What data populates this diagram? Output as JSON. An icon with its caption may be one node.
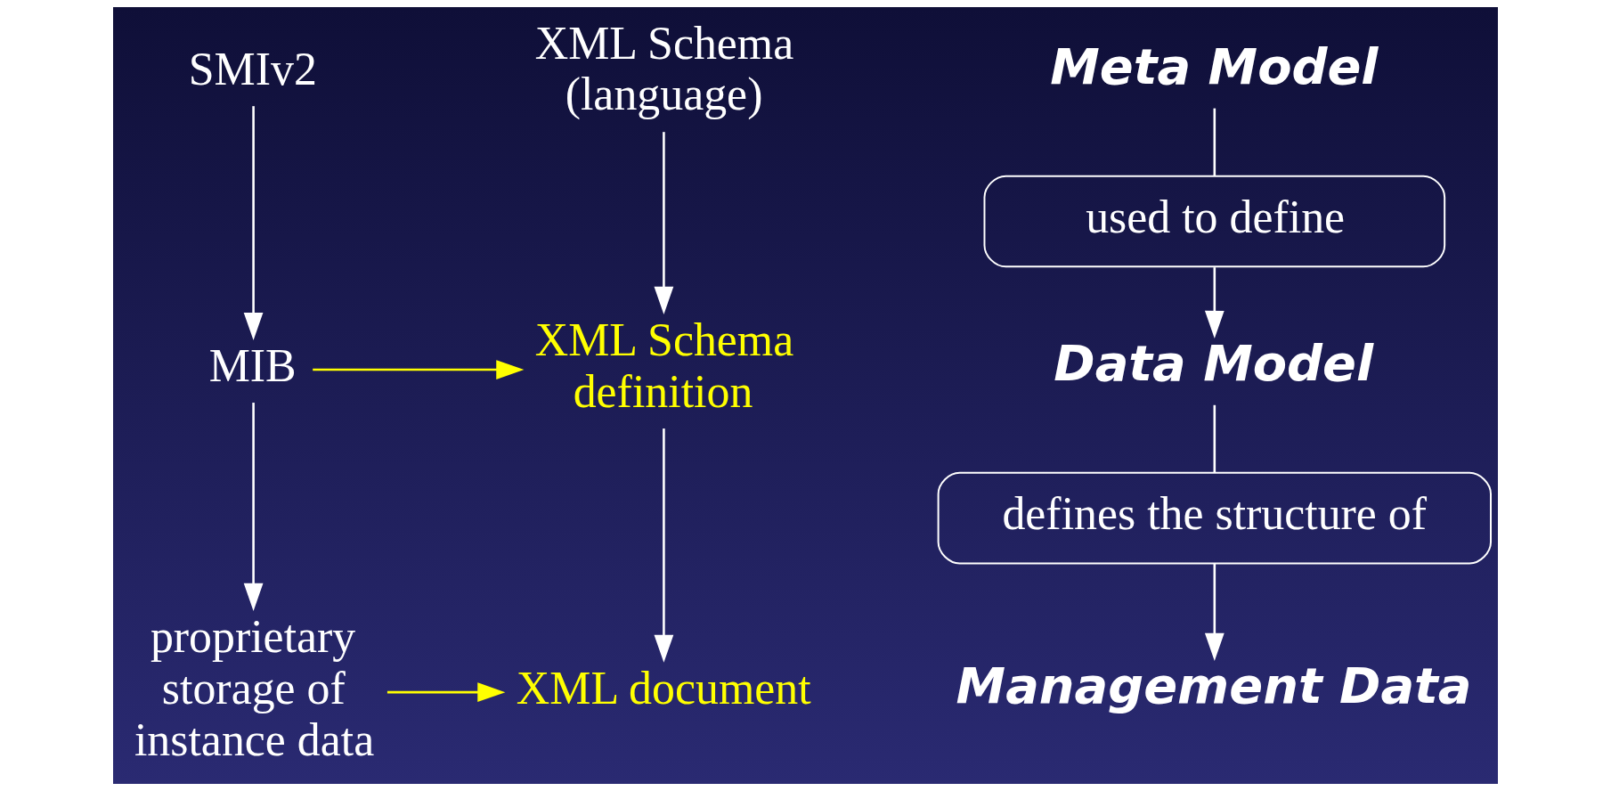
{
  "diagram": {
    "nodes": [
      {
        "text": [
          "SMIv2"
        ]
      },
      {
        "text": [
          "Meta Model"
        ]
      },
      {
        "text": [
          "XML Schema (language)"
        ]
      },
      {
        "text": [
          "used to define"
        ]
      },
      {
        "text": [
          "MIB"
        ]
      },
      {
        "text": [
          "Data Model"
        ]
      },
      {
        "text": [
          "XML Schema definition"
        ]
      },
      {
        "text": [
          "defines the structure of"
        ]
      },
      {
        "text": [
          "proprietary storage of instance data"
        ]
      },
      {
        "text": [
          "Management Data"
        ]
      },
      {
        "text": [
          "XML document"
        ]
      }
    ],
    "edges": [
      {
        "from": 0,
        "to": 4,
        "arrow": "to"
      },
      {
        "from": 1,
        "to": 3,
        "arrow": "none"
      },
      {
        "from": 3,
        "to": 5,
        "arrow": "to"
      },
      {
        "from": 2,
        "to": 6,
        "arrow": "to"
      },
      {
        "from": 4,
        "to": 6,
        "arrow": "to",
        "color": "#ffff00"
      },
      {
        "from": 5,
        "to": 7,
        "arrow": "none"
      },
      {
        "from": 7,
        "to": 9,
        "arrow": "to"
      },
      {
        "from": 4,
        "to": 8,
        "arrow": "to"
      },
      {
        "from": 6,
        "to": 10,
        "arrow": "to"
      },
      {
        "from": 8,
        "to": 10,
        "arrow": "to",
        "color": "#ffff00"
      }
    ]
  }
}
